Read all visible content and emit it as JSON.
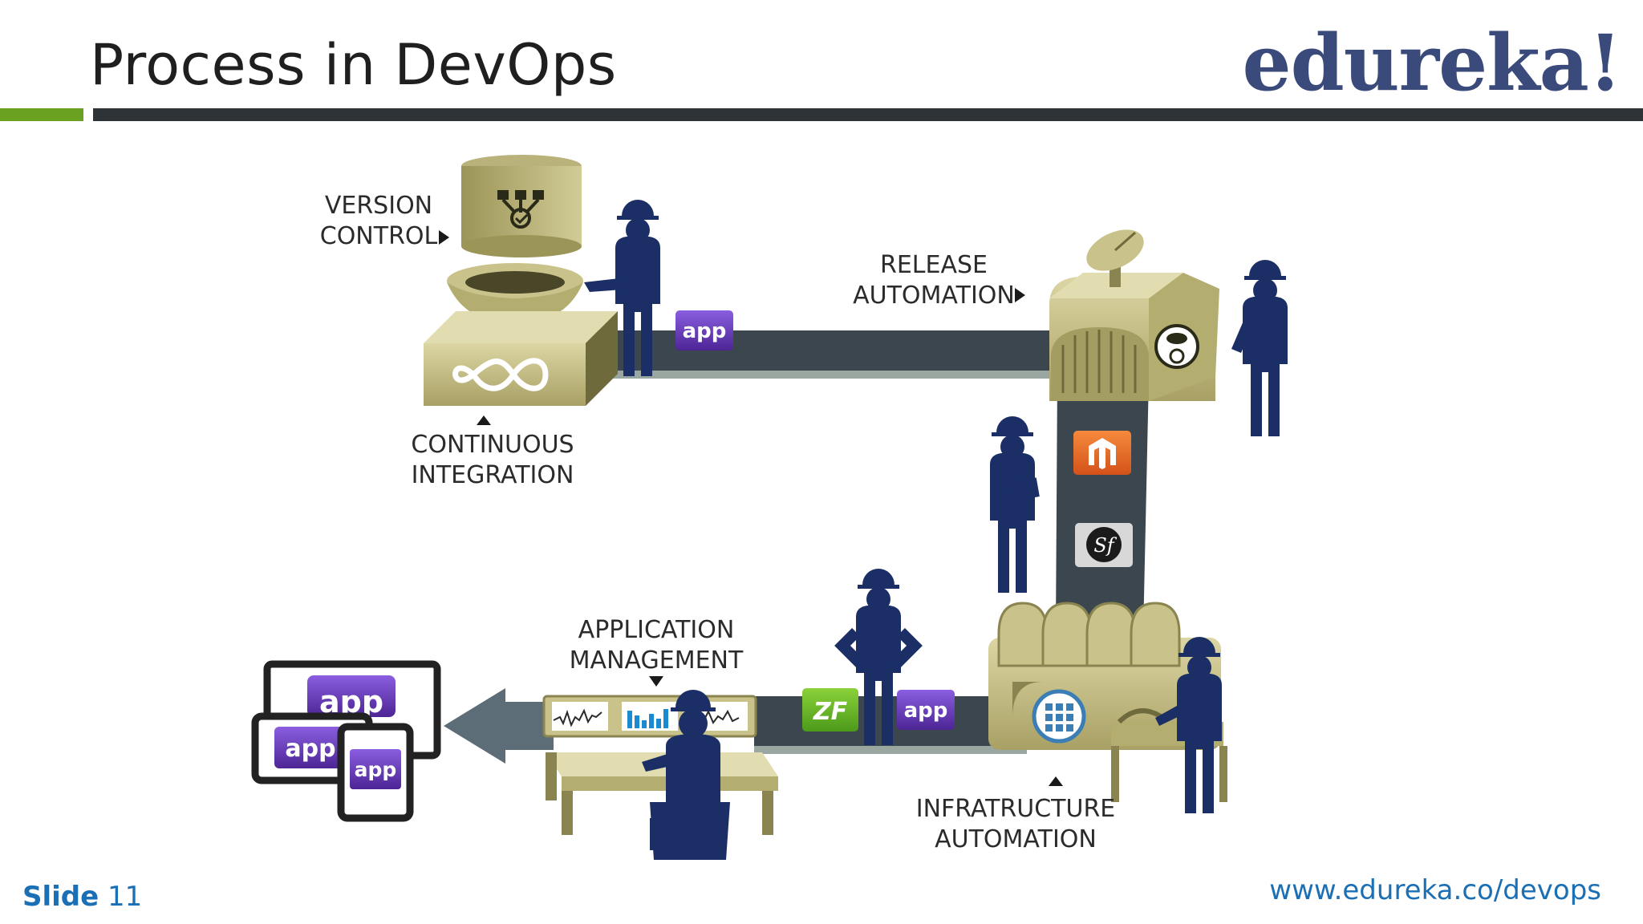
{
  "header": {
    "title": "Process in DevOps",
    "logo_text": "edureka!"
  },
  "diagram": {
    "labels": {
      "version_control": [
        "VERSION",
        "CONTROL"
      ],
      "continuous_integration": [
        "CONTINUOUS",
        "INTEGRATION"
      ],
      "release_automation": [
        "RELEASE",
        "AUTOMATION"
      ],
      "application_management": [
        "APPLICATION",
        "MANAGEMENT"
      ],
      "infrastructure_automation": [
        "INFRATRUCTURE",
        "AUTOMATION"
      ]
    },
    "app_badge": "app",
    "zf_badge": "ZF",
    "sf_badge": "Sf",
    "icons": [
      "infinity-icon",
      "version-tree-icon",
      "cloud-deploy-icon",
      "magento-icon",
      "symfony-icon",
      "zend-icon",
      "grid-globe-icon",
      "satellite-dish-icon"
    ]
  },
  "footer": {
    "slide_word": "Slide",
    "slide_number": "11",
    "url": "www.edureka.co/devops"
  },
  "colors": {
    "accent_green": "#6aa121",
    "bar_dark": "#2d3336",
    "brand_blue": "#3a4a7a",
    "link_blue": "#1a6fb5",
    "machine_khaki": "#c9c28a",
    "worker_navy": "#1b2e66",
    "conveyor": "#3c464f",
    "app_purple": "#6a3fb8"
  }
}
